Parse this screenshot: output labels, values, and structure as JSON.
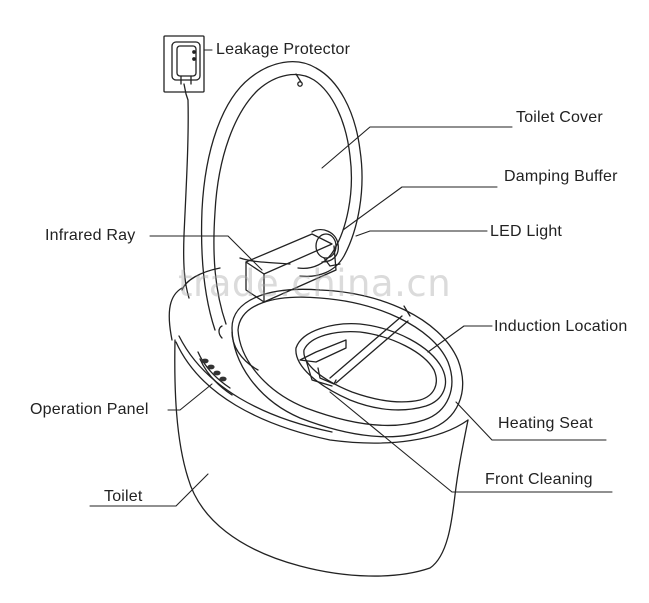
{
  "labels": {
    "leakage_protector": "Leakage Protector",
    "toilet_cover": "Toilet Cover",
    "damping_buffer": "Damping Buffer",
    "infrared_ray": "Infrared Ray",
    "led_light": "LED Light",
    "induction_location": "Induction Location",
    "operation_panel": "Operation Panel",
    "heating_seat": "Heating Seat",
    "front_cleaning": "Front Cleaning",
    "toilet": "Toilet"
  },
  "watermark": "trade.china.cn",
  "colors": {
    "line": "#222222",
    "text": "#222222",
    "watermark": "#aaaaaa",
    "background": "#ffffff"
  }
}
